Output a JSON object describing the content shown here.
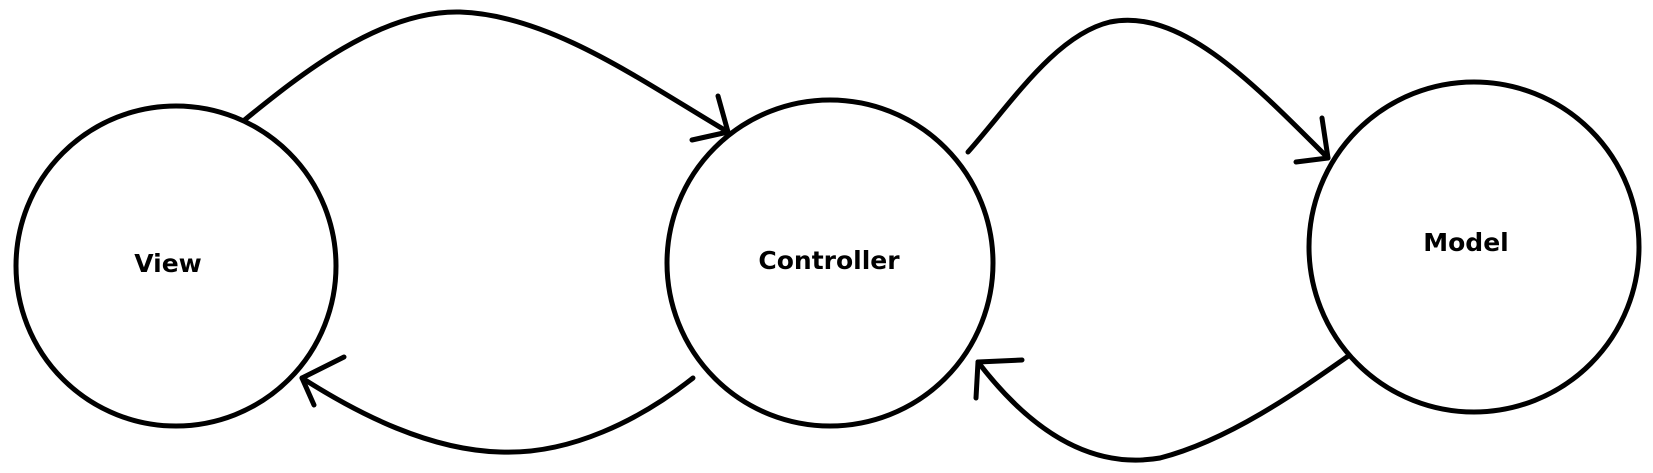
{
  "diagram": {
    "type": "flow",
    "nodes": [
      {
        "id": "view",
        "label": "View"
      },
      {
        "id": "controller",
        "label": "Controller"
      },
      {
        "id": "model",
        "label": "Model"
      }
    ],
    "edges": [
      {
        "from": "view",
        "to": "controller"
      },
      {
        "from": "controller",
        "to": "view"
      },
      {
        "from": "controller",
        "to": "model"
      },
      {
        "from": "model",
        "to": "controller"
      }
    ]
  }
}
